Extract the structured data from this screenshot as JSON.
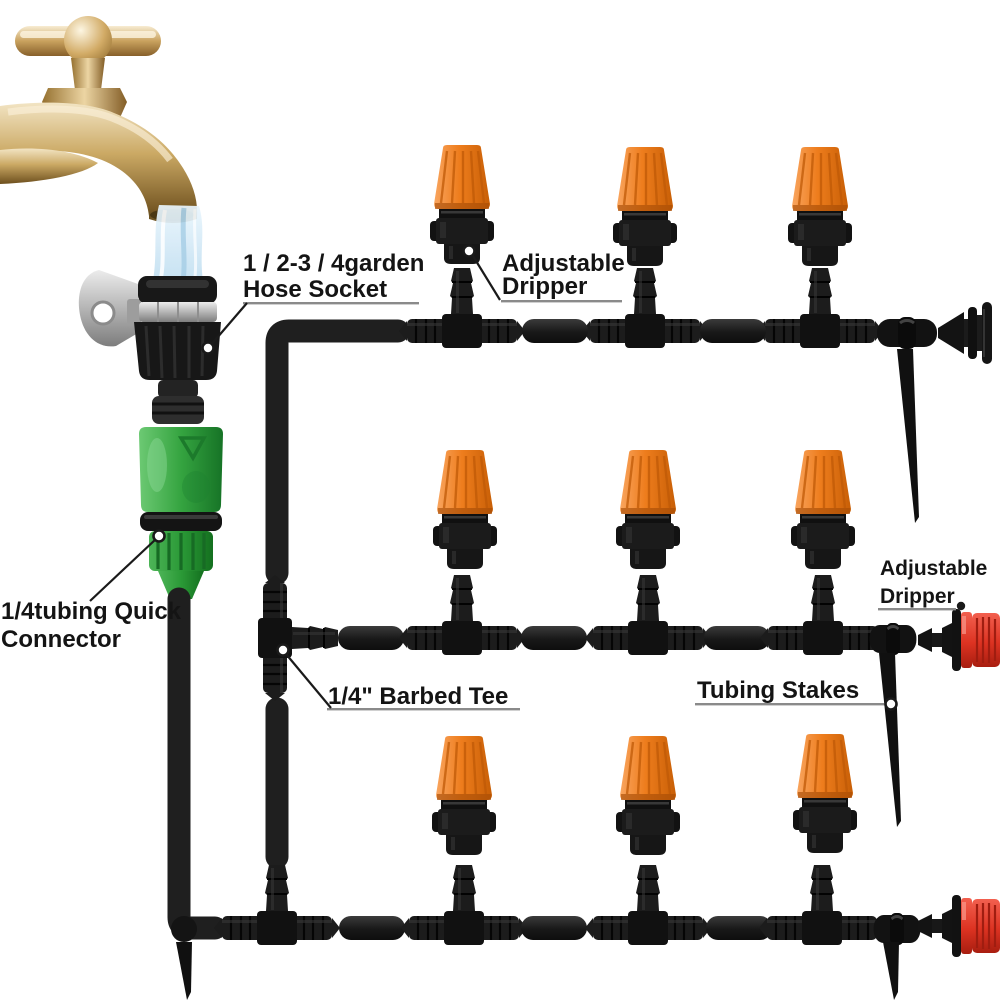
{
  "title": "Drip irrigation kit parts diagram",
  "background_color": "#ffffff",
  "labels": {
    "hose_socket": {
      "line1": "1 / 2-3 / 4garden",
      "line2": "Hose Socket"
    },
    "adjustable_dripper_top": {
      "line1": "Adjustable",
      "line2": "Dripper"
    },
    "quick_connector": {
      "line1": "1/4tubing Quick",
      "line2": "Connector"
    },
    "barbed_tee": {
      "line1": "1/4\" Barbed Tee"
    },
    "tubing_stakes": {
      "line1": "Tubing Stakes"
    },
    "adjustable_dripper_right": {
      "line1": "Adjustable",
      "line2": "Dripper"
    }
  },
  "colors": {
    "dripper_cap_orange": "#EE7D1D",
    "end_dripper_red": "#DD3322",
    "quick_connector_green": "#35A440",
    "tubing_black": "#1E1E1E",
    "faucet_brass": "#C9A25E",
    "label_text": "#141414"
  },
  "parts": {
    "faucet": "garden-faucet",
    "water": "water-stream",
    "hose_socket": "garden-hose-socket",
    "quick_connector": "quick-connector",
    "adjustable_dripper": "adjustable-dripper",
    "barbed_tee": "barbed-tee",
    "tubing_stake": "tubing-stake",
    "red_dripper": "adjustable-dripper-red",
    "tubing": "irrigation-tubing",
    "adjustable_dripper_count": 9,
    "barbed_tee_count": 10,
    "tubing_stake_count": 4,
    "red_end_dripper_count": 2
  }
}
